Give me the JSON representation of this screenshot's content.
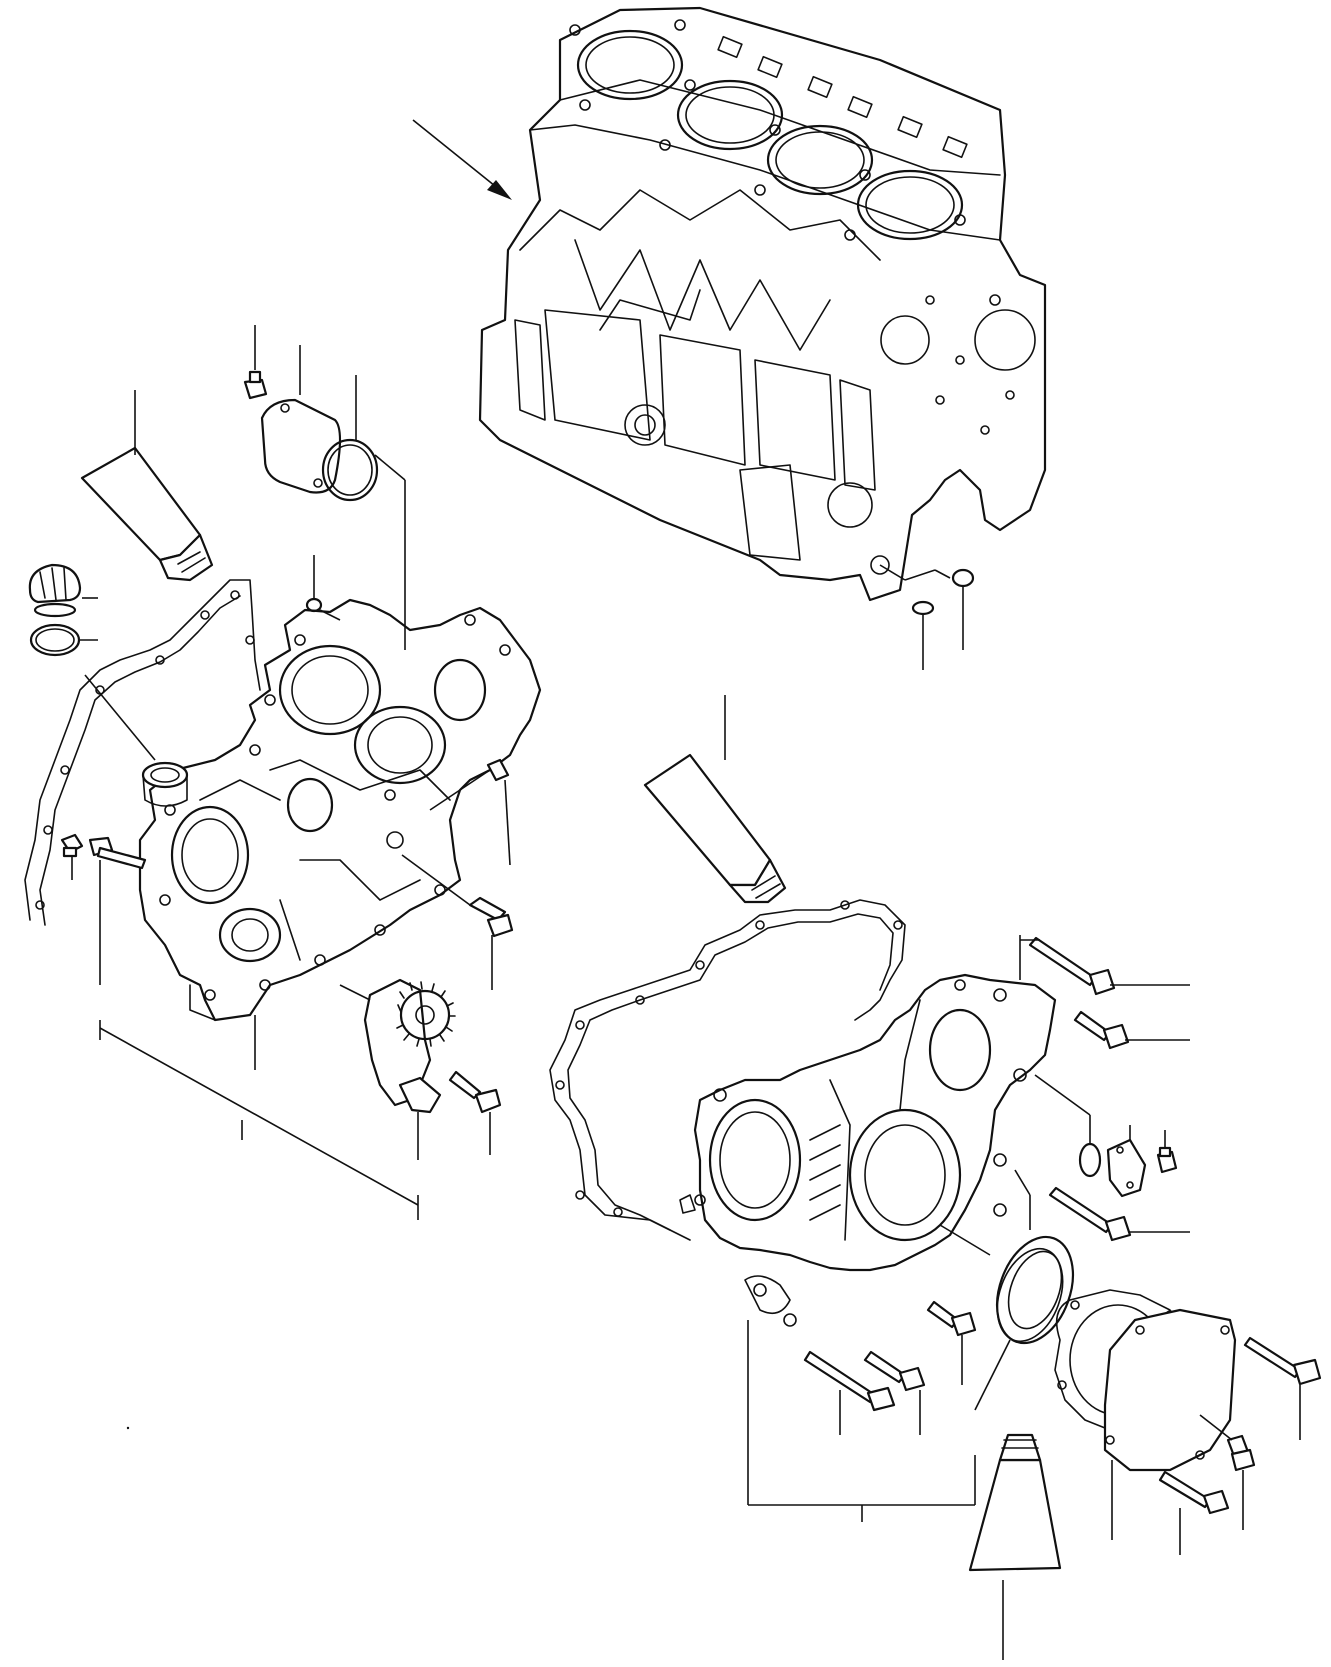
{
  "figure": {
    "type": "exploded-parts-diagram",
    "parts": [
      {
        "name": "cylinder-block"
      },
      {
        "name": "front-plate"
      },
      {
        "name": "gear-case-cover"
      },
      {
        "name": "oil-pump"
      },
      {
        "name": "front-oil-seal"
      },
      {
        "name": "cover-plate"
      },
      {
        "name": "sealant-tube"
      },
      {
        "name": "oil-filler-cap"
      },
      {
        "name": "o-ring"
      },
      {
        "name": "gasket"
      },
      {
        "name": "flange-bolt"
      },
      {
        "name": "nut"
      },
      {
        "name": "dowel-pin"
      }
    ],
    "line_color": "#111111",
    "background_color": "#ffffff"
  }
}
